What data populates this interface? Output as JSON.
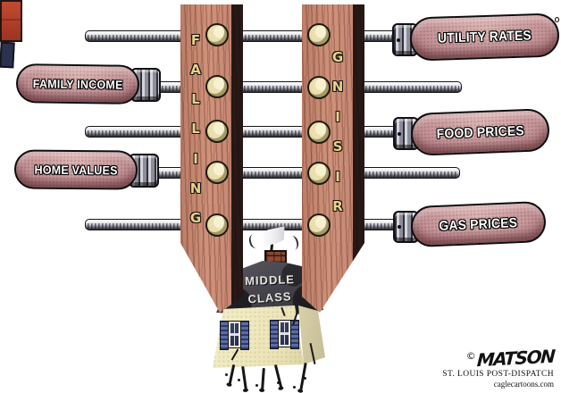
{
  "clamp": {
    "left_bar_word": "FALLING",
    "right_bar_word": "RISING",
    "falling_handles": [
      {
        "label": "FAMILY INCOME"
      },
      {
        "label": "HOME VALUES"
      }
    ],
    "rising_handles": [
      {
        "label": "UTILITY RATES"
      },
      {
        "label": "FOOD PRICES"
      },
      {
        "label": "GAS PRICES"
      }
    ]
  },
  "house": {
    "roof_label_line1": "MIDDLE",
    "roof_label_line2": "CLASS"
  },
  "signature": {
    "copyright_symbol": "©",
    "artist": "MATSON",
    "publication": "ST. LOUIS POST-DISPATCH",
    "website": "caglecartoons.com"
  },
  "colors": {
    "wood": "#cf927a",
    "wood_shadow": "#1b0f0f",
    "handle_pink": "#c6979a",
    "rivet_brass": "#eadfae",
    "bar_letter_gold": "#ead189",
    "rod_silver": "#c3c4cc",
    "roof_gray": "#434148",
    "wall_cream": "#f0e9c2",
    "door_red": "#b8402a",
    "shutter_blue": "#5a6ca6",
    "chimney_brick": "#9e5338",
    "background": "#ffffff"
  }
}
